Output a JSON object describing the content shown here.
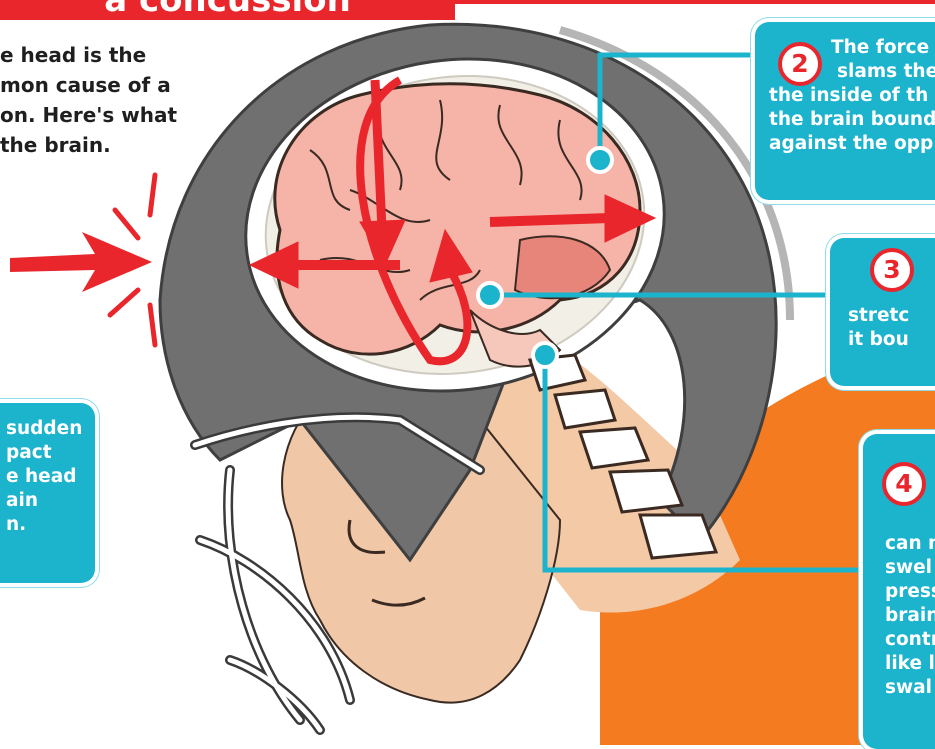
{
  "title": "a concussion",
  "intro": {
    "lines": [
      "e head is the",
      "mon cause of a",
      "on. Here's what",
      "the brain."
    ]
  },
  "callouts": {
    "step1": {
      "lines": [
        "sudden",
        "pact",
        "e head",
        "ain",
        "n."
      ]
    },
    "step2": {
      "number": "2",
      "lines": [
        "The force",
        "slams the",
        "the inside of th",
        "the brain bound",
        "against the opp"
      ]
    },
    "step3": {
      "number": "3",
      "lines": [
        "stretc",
        "it bou"
      ]
    },
    "step4": {
      "number": "4",
      "lines": [
        "can m",
        "swel",
        "press",
        "brain",
        "contr",
        "like l",
        "swal"
      ]
    }
  },
  "colors": {
    "accent_red": "#e8262c",
    "callout_teal": "#1cb3cc",
    "helmet_gray": "#707070",
    "brain_pink": "#f6b3a7",
    "jersey_orange": "#f47b20",
    "skin": "#f0c8a8"
  }
}
